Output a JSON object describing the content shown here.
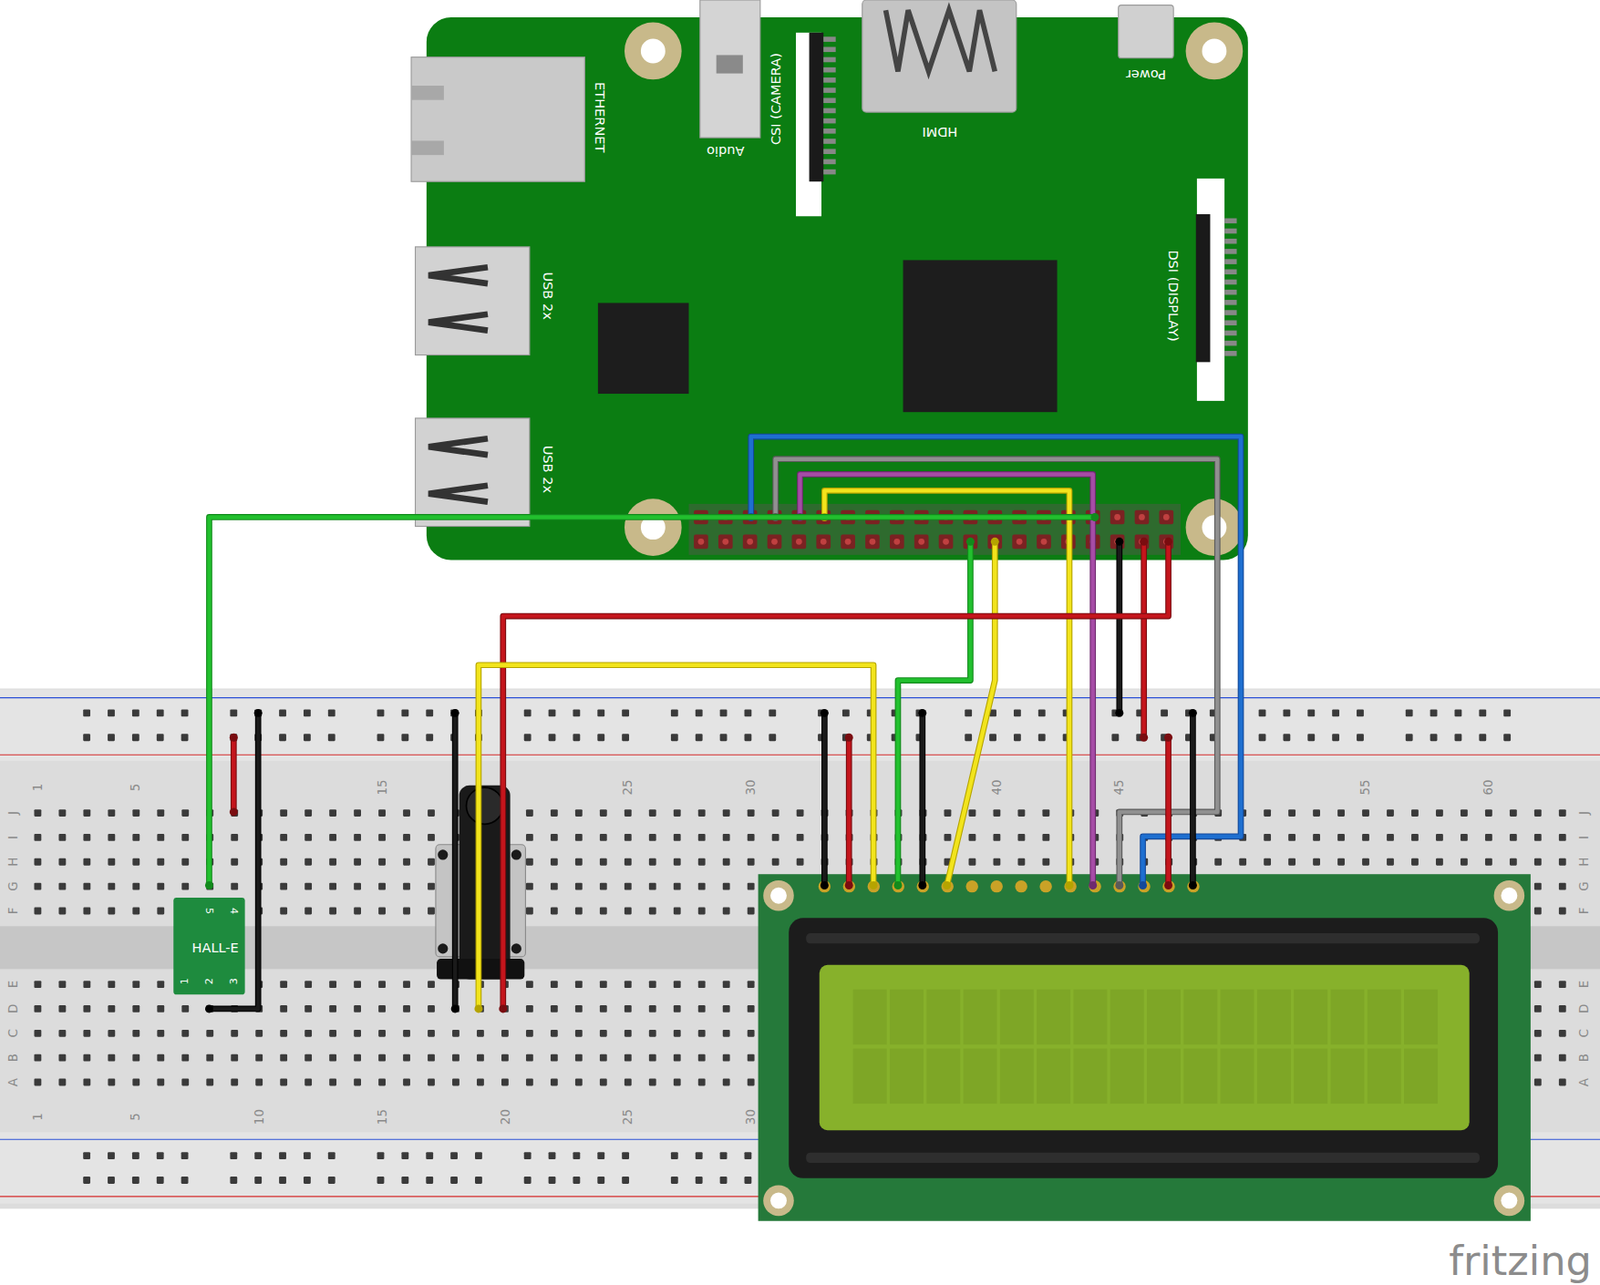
{
  "diagram": {
    "nodes": [
      {
        "text": [
          "ETHERNET",
          "Audio",
          "CSI (CAMERA)",
          "HDMI",
          "Power",
          "USB 2x",
          "USB 2x",
          "DSI (DISPLAY)"
        ]
      },
      {
        "text": [
          "HALL-E",
          "5",
          "4",
          "1",
          "2",
          "3"
        ]
      }
    ],
    "labels": [
      "1",
      "5",
      "15",
      "25",
      "30",
      "40",
      "45",
      "55",
      "60",
      "J",
      "I",
      "H",
      "G",
      "F",
      "E",
      "D",
      "C",
      "B",
      "A",
      "1",
      "5",
      "10",
      "15",
      "20",
      "25",
      "30",
      "J",
      "I",
      "H",
      "G",
      "F",
      "E",
      "D",
      "C",
      "B",
      "A",
      "fritzing"
    ]
  }
}
